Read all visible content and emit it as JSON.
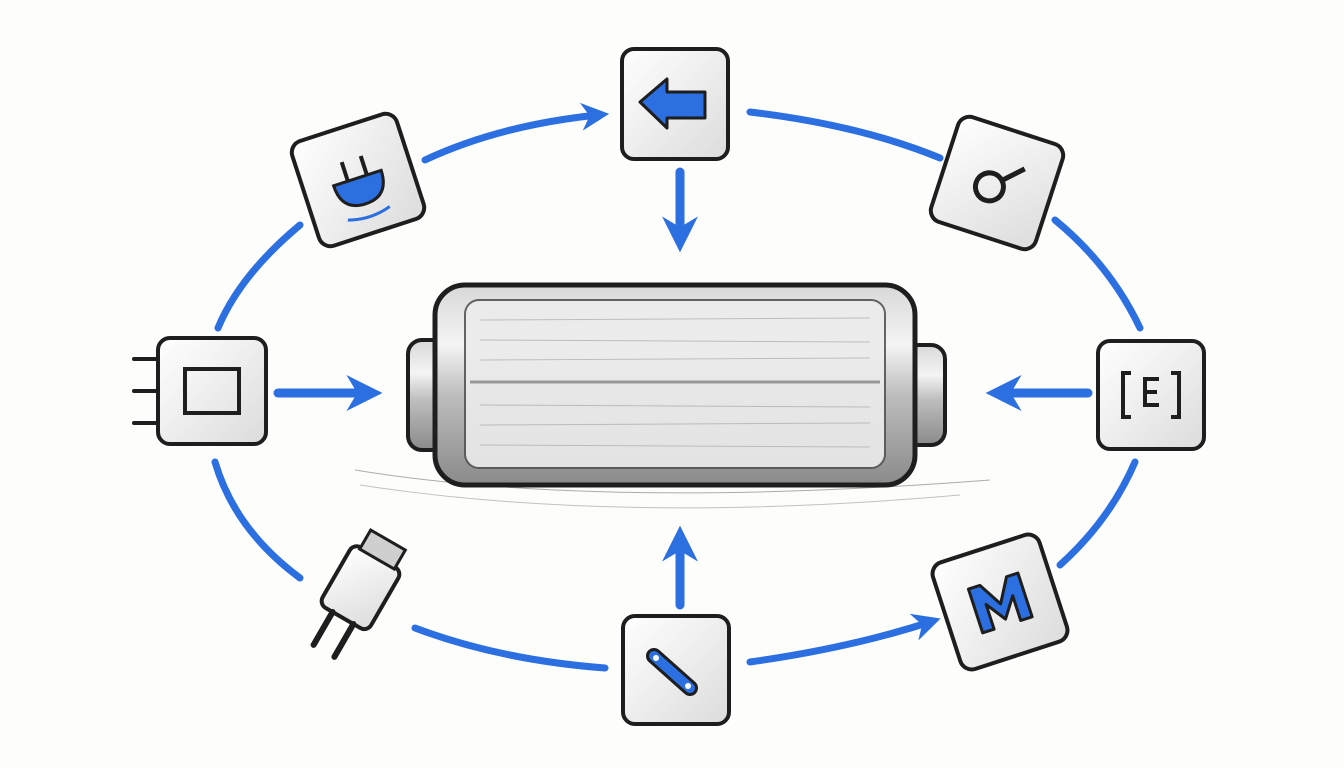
{
  "colors": {
    "accent": "#2b6fe0",
    "ink": "#1e1e1e",
    "tile": "#f2f2f2",
    "background": "#fdfdfc"
  },
  "diagram": {
    "center": {
      "icon": "battery-icon"
    },
    "nodes": [
      {
        "icon": "arrow-left-icon",
        "position": "top"
      },
      {
        "icon": "plug-socket-icon",
        "position": "top-left"
      },
      {
        "icon": "key-icon",
        "position": "top-right"
      },
      {
        "icon": "connector-square-icon",
        "position": "left"
      },
      {
        "icon": "bracket-e-icon",
        "position": "right"
      },
      {
        "icon": "plug-icon",
        "position": "bottom-left"
      },
      {
        "icon": "link-icon",
        "position": "bottom"
      },
      {
        "icon": "letter-m-icon",
        "position": "bottom-right"
      }
    ]
  }
}
